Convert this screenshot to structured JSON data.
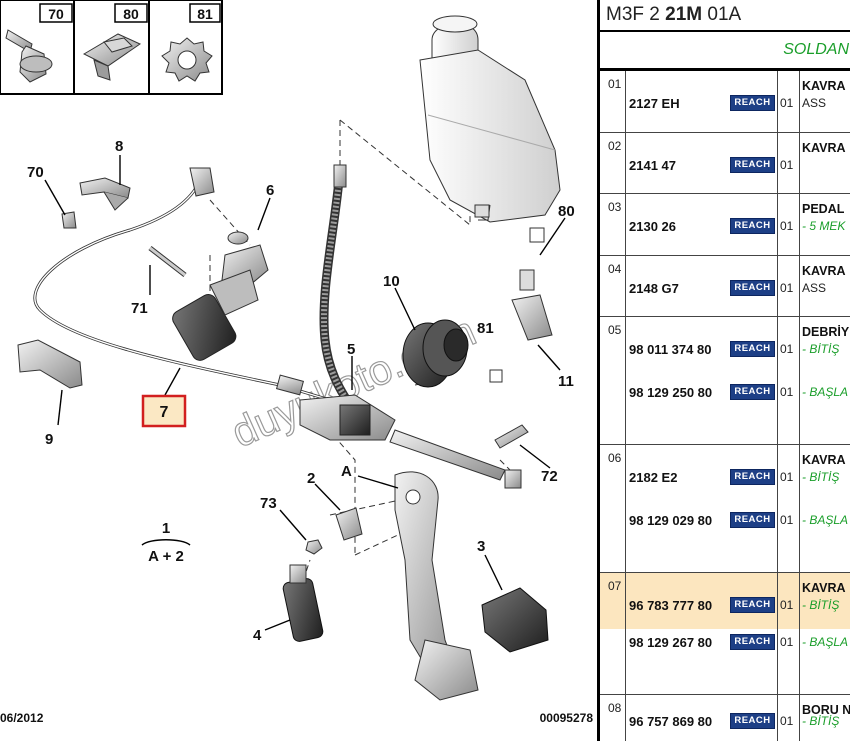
{
  "diagram": {
    "inset_labels": [
      "70",
      "80",
      "81"
    ],
    "callouts": [
      "8",
      "70",
      "6",
      "71",
      "9",
      "7",
      "10",
      "80",
      "81",
      "5",
      "11",
      "2",
      "A",
      "72",
      "73",
      "3",
      "4"
    ],
    "legend_top": "1",
    "legend_bottom": "A + 2",
    "date": "06/2012",
    "drawing_number": "00095278",
    "watermark": "duyukoto.com"
  },
  "parts_list": {
    "reference_prefix": "M3F 2 ",
    "reference_bold": "21M",
    "reference_suffix": " 01A",
    "direction": "SOLDAN",
    "reach_label": "REACH",
    "rows": [
      {
        "num": "01",
        "desc": "KAVRA",
        "highlight": false,
        "subs": [
          {
            "pn": "2127 EH",
            "qty": "01",
            "note": "ASS"
          }
        ]
      },
      {
        "num": "02",
        "desc": "KAVRA",
        "highlight": false,
        "subs": [
          {
            "pn": "2141 47",
            "qty": "01",
            "note": ""
          }
        ]
      },
      {
        "num": "03",
        "desc": "PEDAL",
        "highlight": false,
        "subs": [
          {
            "pn": "2130 26",
            "qty": "01",
            "note": "- 5 MEK"
          }
        ]
      },
      {
        "num": "04",
        "desc": "KAVRA",
        "highlight": false,
        "subs": [
          {
            "pn": "2148 G7",
            "qty": "01",
            "note": "ASS"
          }
        ]
      },
      {
        "num": "05",
        "desc": "DEBRİY",
        "highlight": false,
        "subs": [
          {
            "pn": "98 011 374 80",
            "qty": "01",
            "note": "- BİTİŞ"
          },
          {
            "pn": "98 129 250 80",
            "qty": "01",
            "note": "- BAŞLA"
          }
        ]
      },
      {
        "num": "06",
        "desc": "KAVRA",
        "highlight": false,
        "subs": [
          {
            "pn": "2182 E2",
            "qty": "01",
            "note": "- BİTİŞ"
          },
          {
            "pn": "98 129 029 80",
            "qty": "01",
            "note": "- BAŞLA"
          }
        ]
      },
      {
        "num": "07",
        "desc": "KAVRA",
        "highlight": true,
        "subs": [
          {
            "pn": "96 783 777 80",
            "qty": "01",
            "note": "- BİTİŞ"
          },
          {
            "pn": "98 129 267 80",
            "qty": "01",
            "note": "- BAŞLA"
          }
        ]
      },
      {
        "num": "08",
        "desc": "BORU N",
        "highlight": false,
        "subs": [
          {
            "pn": "96 757 869 80",
            "qty": "01",
            "note": "- BİTİŞ"
          }
        ]
      }
    ]
  }
}
